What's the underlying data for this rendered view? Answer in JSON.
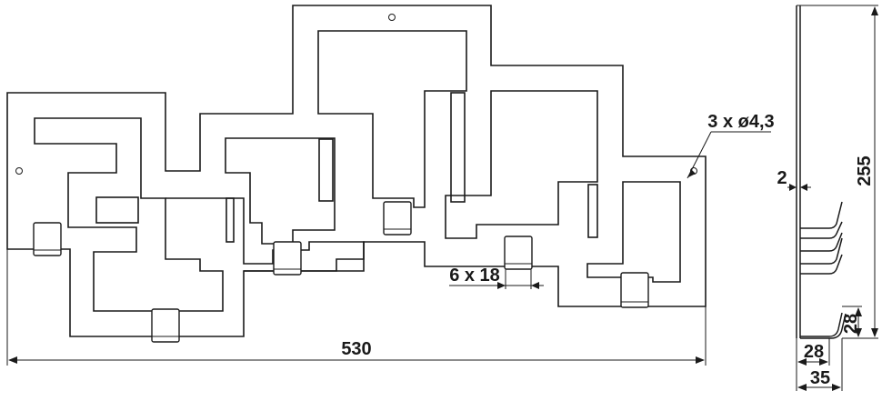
{
  "dimensions": {
    "width_label": "530",
    "height_label": "255",
    "thickness_label": "2",
    "holes_label": "3 x ø4,3",
    "slot_label": "6 x 18",
    "hook_height_label": "28",
    "hook_depth_label": "28",
    "total_depth_label": "35"
  }
}
